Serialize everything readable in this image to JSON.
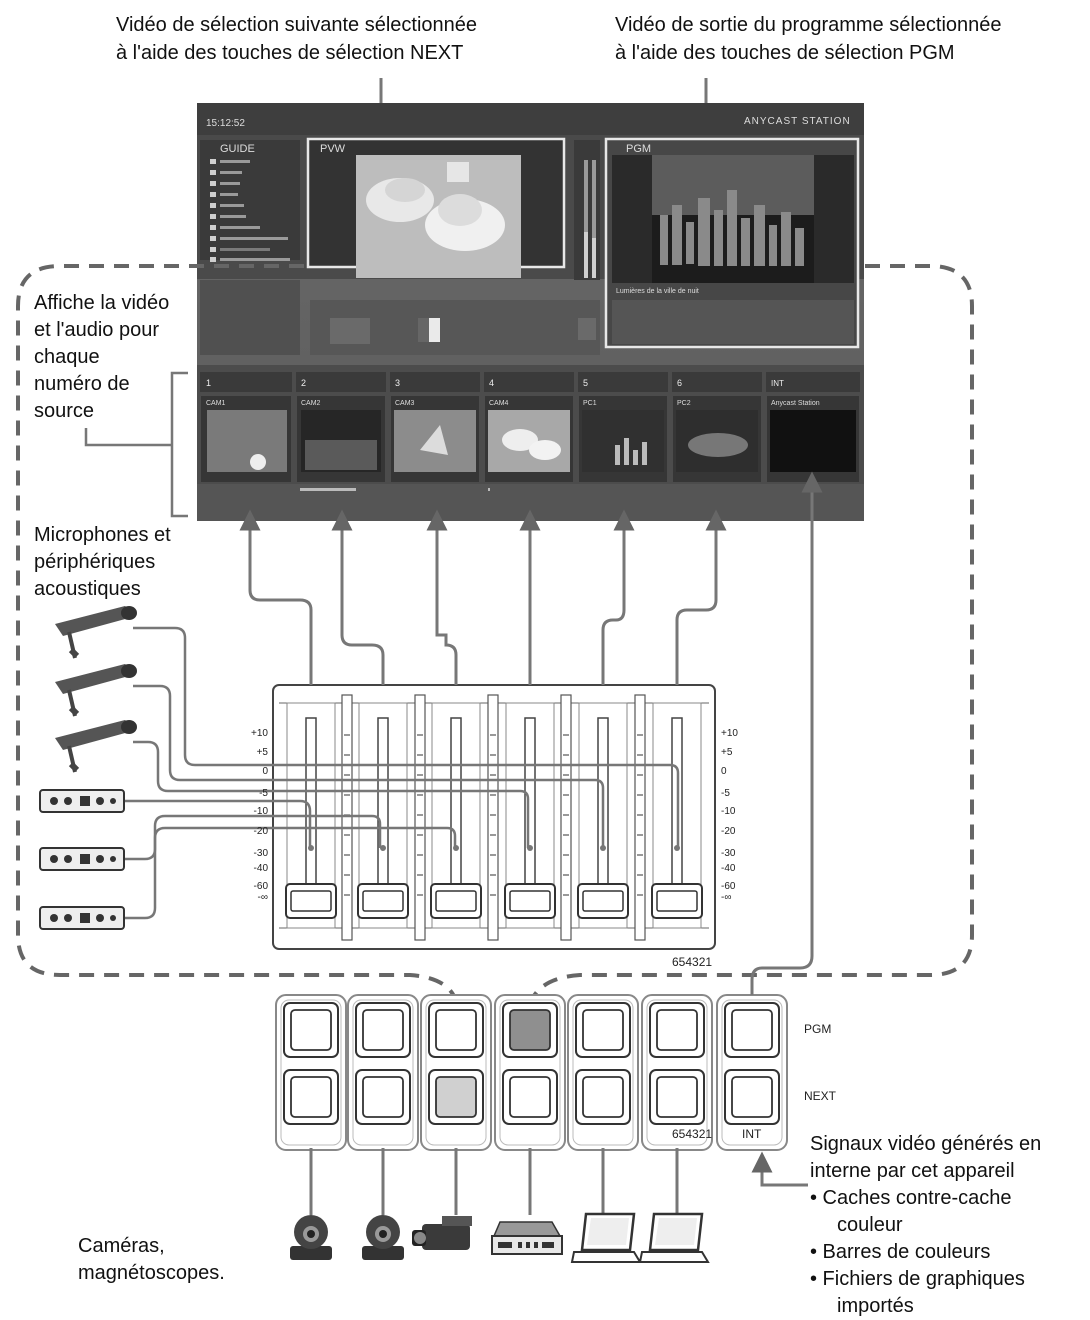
{
  "captions": {
    "next_video": [
      "Vidéo de sélection suivante sélectionnée",
      "à l'aide des touches de sélection NEXT"
    ],
    "pgm_video": [
      "Vidéo de sortie du programme sélectionnée",
      "à l'aide des touches de sélection PGM"
    ],
    "source_info": [
      "Affiche la vidéo",
      "et l'audio pour",
      "chaque",
      "numéro de",
      "source"
    ],
    "mics": [
      "Microphones et",
      "périphériques",
      "acoustiques"
    ],
    "cameras": [
      "Caméras,",
      "magnétoscopes."
    ],
    "internal_signals": [
      "Signaux vidéo générés en",
      "interne par cet appareil"
    ],
    "internal_bullets": [
      [
        "• Caches contre-cache",
        "couleur"
      ],
      [
        "• Barres de couleurs"
      ],
      [
        "• Fichiers de graphiques",
        "importés"
      ]
    ]
  },
  "screen": {
    "clock": "15:12:52",
    "brand": "ANYCAST STATION",
    "guide": "GUIDE",
    "pvw": "PVW",
    "pgm": "PGM",
    "pgm_caption": "Lumières de la ville de nuit",
    "sources": [
      {
        "num": "1",
        "name": "CAM1"
      },
      {
        "num": "2",
        "name": "CAM2"
      },
      {
        "num": "3",
        "name": "CAM3"
      },
      {
        "num": "4",
        "name": "CAM4"
      },
      {
        "num": "5",
        "name": "PC1"
      },
      {
        "num": "6",
        "name": "PC2"
      },
      {
        "num": "INT",
        "name": "Anycast Station"
      }
    ]
  },
  "mixer": {
    "scale_left": [
      "+10",
      "+5",
      "0",
      "-5",
      "-10",
      "-20",
      "-30",
      "-40",
      "-60",
      "-∞"
    ],
    "scale_right": [
      "+10",
      "+5",
      "0",
      "-5",
      "-10",
      "-20",
      "-30",
      "-40",
      "-60",
      "-∞"
    ],
    "channel_label": "654321"
  },
  "switcher": {
    "row_pgm": "PGM",
    "row_next": "NEXT",
    "channel_label": "654321",
    "int_label": "INT"
  }
}
